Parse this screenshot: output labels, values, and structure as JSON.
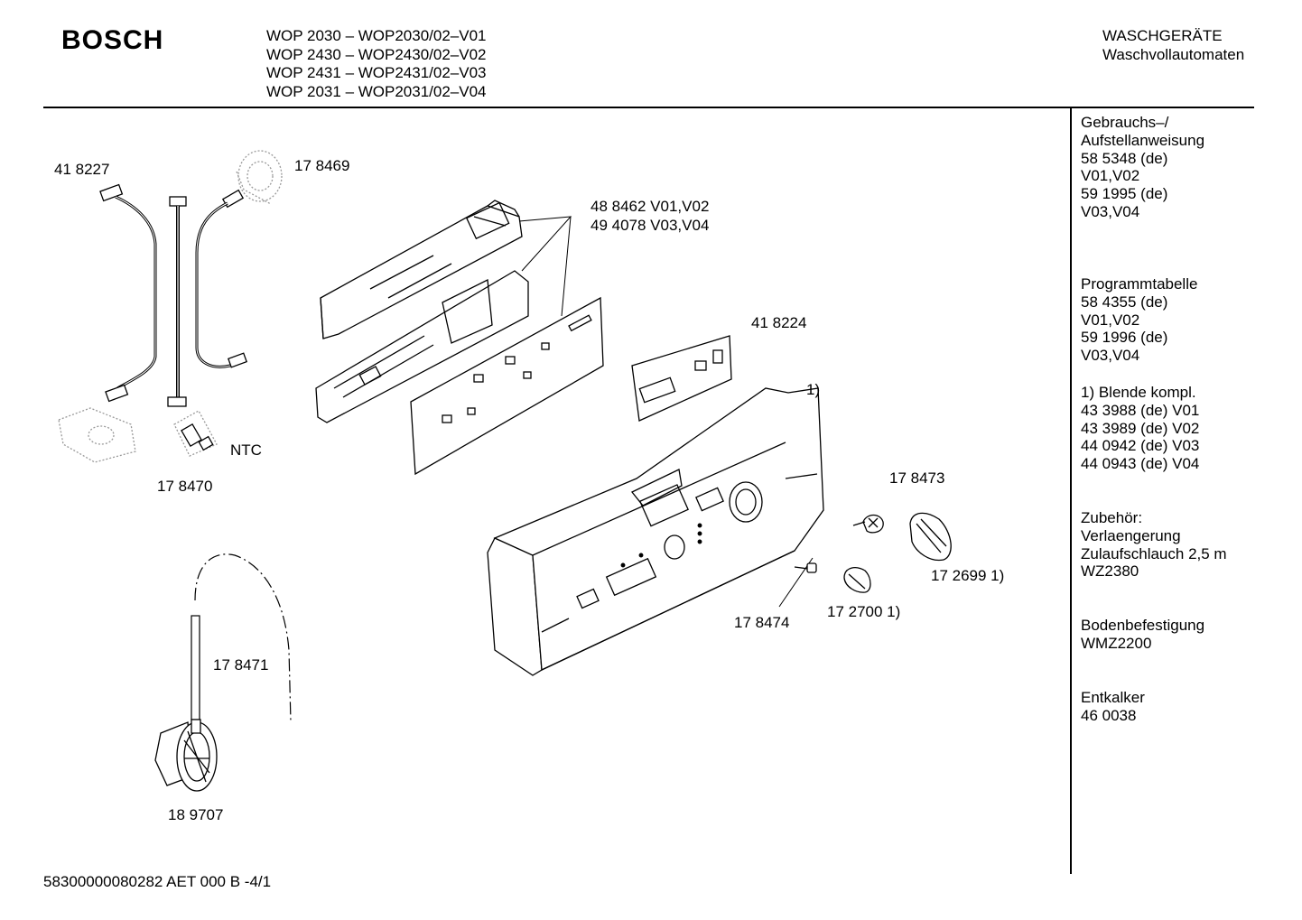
{
  "header": {
    "brand": "BOSCH",
    "models": [
      "WOP 2030 – WOP2030/02–V01",
      "WOP 2430 – WOP2430/02–V02",
      "WOP 2431 – WOP2431/02–V03",
      "WOP 2031 – WOP2031/02–V04"
    ],
    "category": "WASCHGERÄTE",
    "subcategory": "Waschvollautomaten"
  },
  "sidebar": {
    "manual": [
      "Gebrauchs–/",
      "Aufstellanweisung",
      "58 5348 (de)",
      "V01,V02",
      "59 1995 (de)",
      "V03,V04"
    ],
    "program_table": [
      "Programmtabelle",
      "58 4355 (de)",
      "V01,V02",
      "59 1996 (de)",
      "V03,V04"
    ],
    "panel": [
      "1) Blende kompl.",
      "43 3988 (de) V01",
      "43 3989 (de) V02",
      "44 0942 (de) V03",
      "44 0943 (de) V04"
    ],
    "accessories": [
      "Zubehör:",
      "Verlaengerung",
      "Zulaufschlauch 2,5 m",
      "WZ2380"
    ],
    "floor_mount": [
      "Bodenbefestigung",
      "WMZ2200"
    ],
    "descaler": [
      "Entkalker",
      "46 0038"
    ]
  },
  "parts": {
    "p418227": "41 8227",
    "p178469": "17 8469",
    "p488462": "48 8462 V01,V02",
    "p494078": "49 4078 V03,V04",
    "p418224": "41 8224",
    "p_note1": "1)",
    "p178473": "17 8473",
    "p1726991": "17 2699 1)",
    "p178474": "17 8474",
    "p1727001": "17 2700 1)",
    "ntc": "NTC",
    "p178470": "17 8470",
    "p178471": "17 8471",
    "p189707": "18 9707"
  },
  "footer": {
    "code": "58300000080282 AET 000 B   -4/1"
  }
}
